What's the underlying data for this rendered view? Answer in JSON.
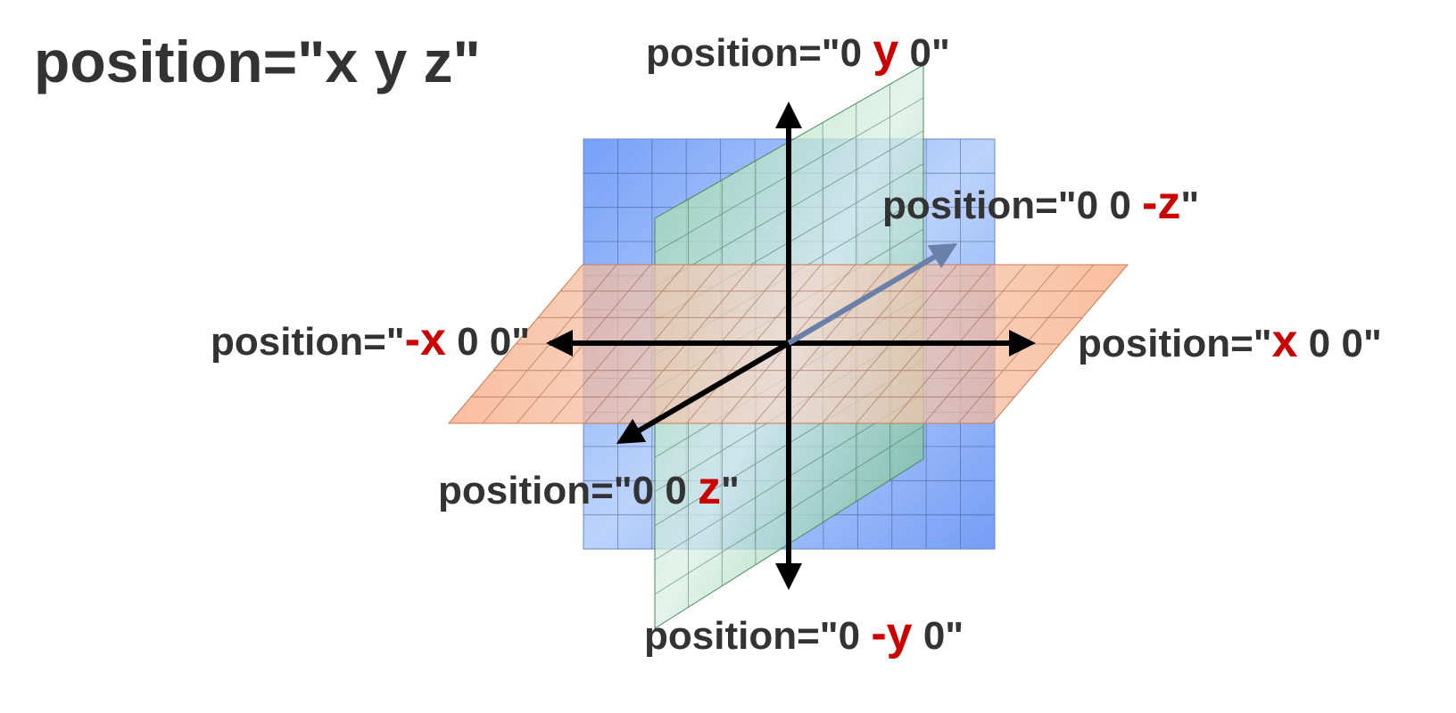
{
  "title": "position=\"x y z\"",
  "colors": {
    "text": "#333333",
    "accent": "#cc0000",
    "axis": "#000000",
    "xy_plane": "#5b8dfa",
    "yz_plane": "#6fcf6f",
    "xz_plane": "#f7a072",
    "grid": "#1f3a5a"
  },
  "labels": {
    "pos_y": {
      "pre": "position=\"0 ",
      "var": "y",
      "post": " 0\""
    },
    "neg_y": {
      "pre": "position=\"0 ",
      "var": "-y",
      "post": " 0\""
    },
    "pos_x": {
      "pre": "position=\"",
      "var": "x",
      "post": " 0 0\""
    },
    "neg_x": {
      "pre": "position=\"",
      "var": "-x",
      "post": " 0 0\""
    },
    "pos_z": {
      "pre": "position=\"0 0 ",
      "var": "z",
      "post": "\""
    },
    "neg_z": {
      "pre": "position=\"0 0 ",
      "var": "-z",
      "post": "\""
    }
  }
}
